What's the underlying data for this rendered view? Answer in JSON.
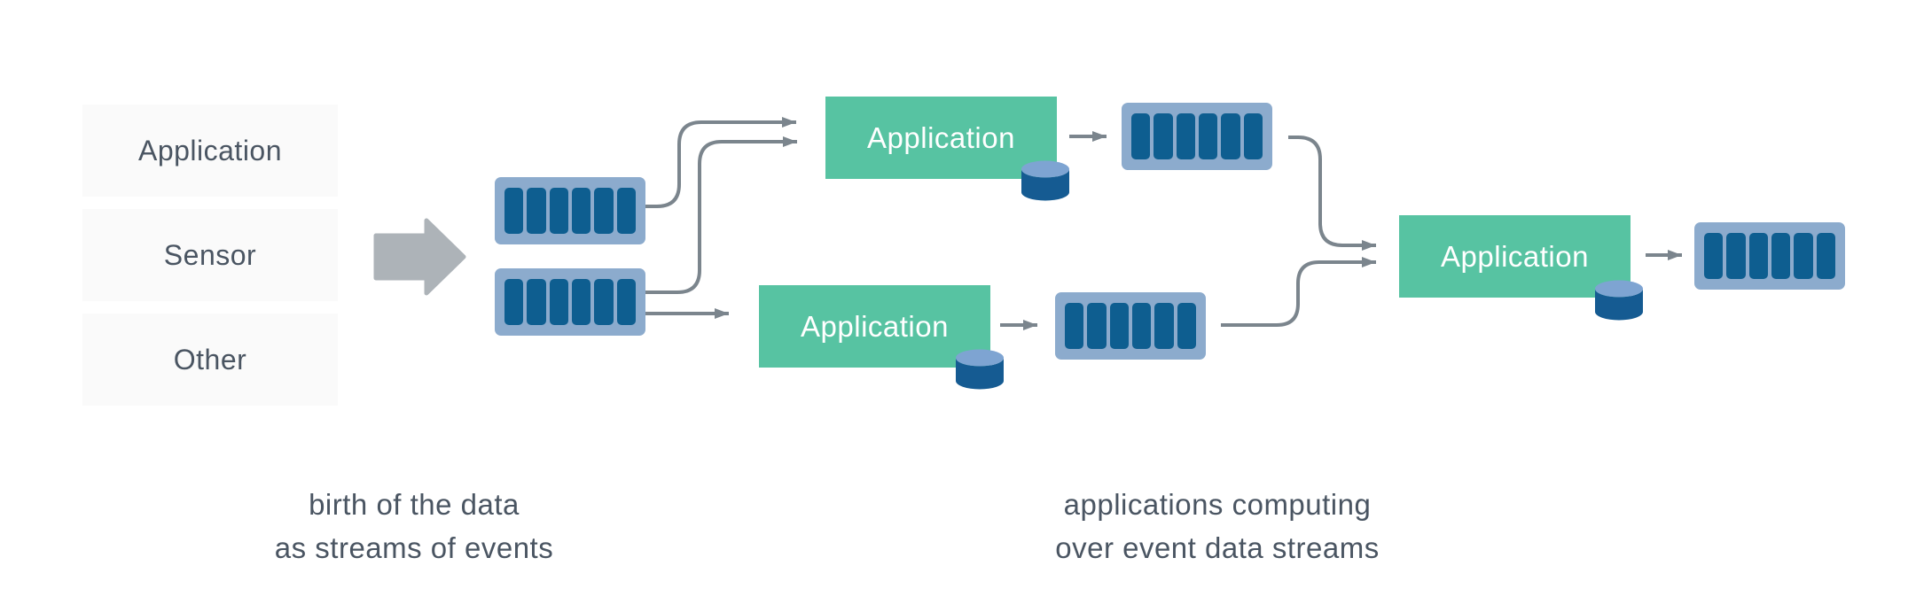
{
  "diagram": {
    "sources": [
      {
        "label": "Application"
      },
      {
        "label": "Sensor"
      },
      {
        "label": "Other"
      }
    ],
    "applications": [
      {
        "label": "Application"
      },
      {
        "label": "Application"
      },
      {
        "label": "Application"
      }
    ],
    "captions": [
      {
        "line1": "birth of the data",
        "line2": "as streams of events"
      },
      {
        "line1": "applications computing",
        "line2": "over event data streams"
      }
    ],
    "icons": {
      "flow_arrow": "big-right-arrow",
      "stream": "event-stream-partitions",
      "database": "database-cylinder"
    },
    "colors": {
      "background": "#ffffff",
      "source_box_bg": "#fafafa",
      "text_slate": "#4a5562",
      "app_green": "#57c3a2",
      "stream_outer": "#8cabcd",
      "stream_bar": "#0e5e90",
      "cylinder_body": "#155b92",
      "cylinder_top": "#7ea4d2",
      "connector": "#7b858d",
      "flow_arrow": "#adb3b8"
    }
  }
}
